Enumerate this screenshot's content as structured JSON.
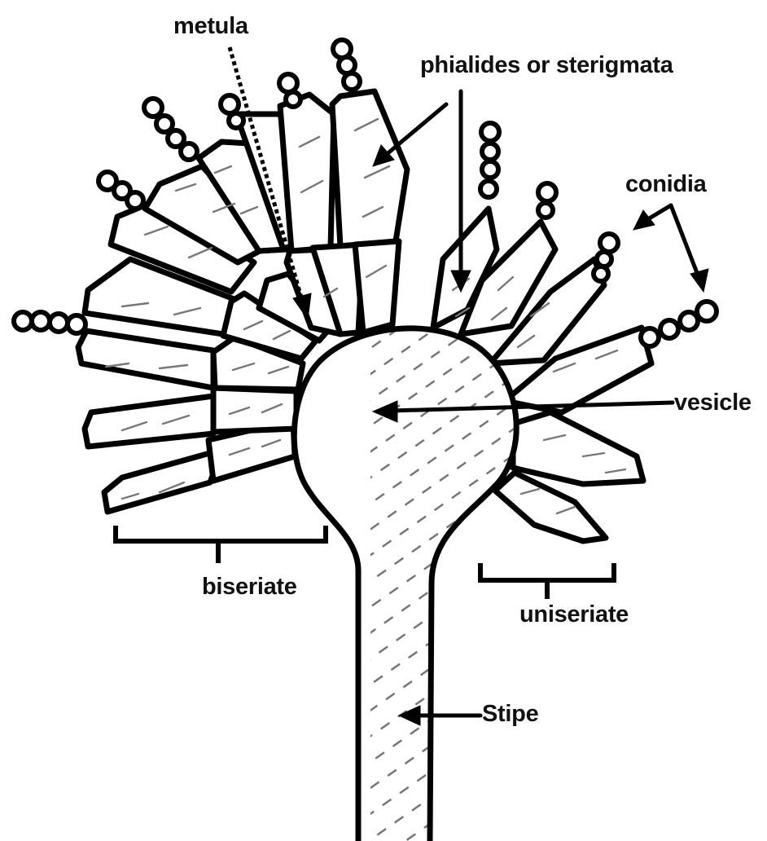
{
  "diagram": {
    "labels": {
      "metula": "metula",
      "phialides": "phialides or sterigmata",
      "conidia": "conidia",
      "vesicle": "vesicle",
      "biseriate": "biseriate",
      "uniseriate": "uniseriate",
      "stipe": "Stipe"
    },
    "colors": {
      "ink": "#000000",
      "shading": "#777777",
      "background": "#ffffff"
    }
  }
}
